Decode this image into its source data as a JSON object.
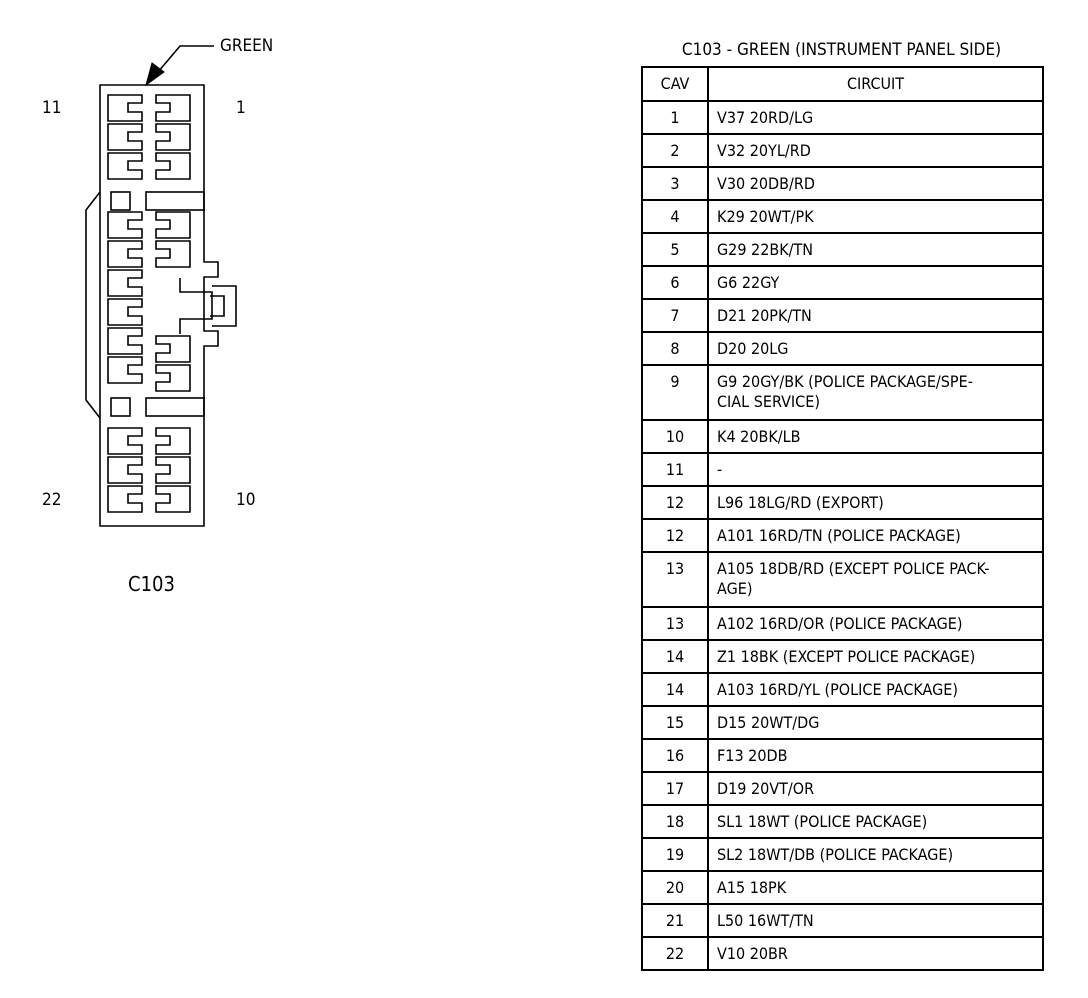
{
  "connector": {
    "color_label": "GREEN",
    "name_label": "C103",
    "pin_labels": {
      "top_left": "11",
      "top_right": "1",
      "bottom_left": "22",
      "bottom_right": "10"
    }
  },
  "table": {
    "title": "C103 - GREEN (INSTRUMENT PANEL SIDE)",
    "headers": {
      "cav": "CAV",
      "circuit": "CIRCUIT"
    },
    "rows": [
      {
        "cav": "1",
        "circuit": "V37 20RD/LG"
      },
      {
        "cav": "2",
        "circuit": "V32 20YL/RD"
      },
      {
        "cav": "3",
        "circuit": "V30 20DB/RD"
      },
      {
        "cav": "4",
        "circuit": "K29 20WT/PK"
      },
      {
        "cav": "5",
        "circuit": "G29 22BK/TN"
      },
      {
        "cav": "6",
        "circuit": "G6 22GY"
      },
      {
        "cav": "7",
        "circuit": "D21 20PK/TN"
      },
      {
        "cav": "8",
        "circuit": "D20 20LG"
      },
      {
        "cav": "9",
        "circuit": "G9 20GY/BK (POLICE PACKAGE/SPE-\nCIAL SERVICE)"
      },
      {
        "cav": "10",
        "circuit": "K4 20BK/LB"
      },
      {
        "cav": "11",
        "circuit": "-"
      },
      {
        "cav": "12",
        "circuit": "L96 18LG/RD (EXPORT)"
      },
      {
        "cav": "12",
        "circuit": "A101 16RD/TN (POLICE PACKAGE)"
      },
      {
        "cav": "13",
        "circuit": "A105 18DB/RD (EXCEPT POLICE PACK-\nAGE)"
      },
      {
        "cav": "13",
        "circuit": "A102 16RD/OR (POLICE PACKAGE)"
      },
      {
        "cav": "14",
        "circuit": "Z1 18BK (EXCEPT POLICE PACKAGE)"
      },
      {
        "cav": "14",
        "circuit": "A103 16RD/YL (POLICE PACKAGE)"
      },
      {
        "cav": "15",
        "circuit": "D15 20WT/DG"
      },
      {
        "cav": "16",
        "circuit": "F13 20DB"
      },
      {
        "cav": "17",
        "circuit": "D19 20VT/OR"
      },
      {
        "cav": "18",
        "circuit": "SL1 18WT (POLICE PACKAGE)"
      },
      {
        "cav": "19",
        "circuit": "SL2 18WT/DB (POLICE PACKAGE)"
      },
      {
        "cav": "20",
        "circuit": "A15 18PK"
      },
      {
        "cav": "21",
        "circuit": "L50 16WT/TN"
      },
      {
        "cav": "22",
        "circuit": "V10 20BR"
      }
    ]
  }
}
